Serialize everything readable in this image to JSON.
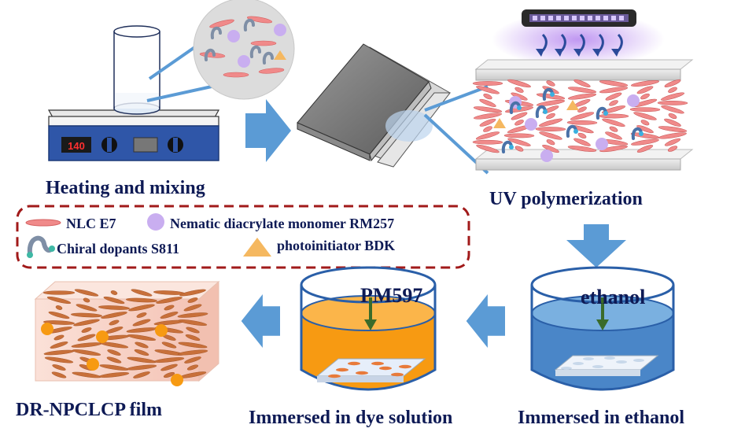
{
  "hotplate": {
    "display_value": "140"
  },
  "steps": {
    "heating": "Heating and mixing",
    "uv": "UV polymerization",
    "ethanol": "Immersed in ethanol",
    "dye": "Immersed in dye solution",
    "film": "DR-NPCLCP film"
  },
  "beakers": {
    "ethanol_label": "ethanol",
    "dye_label": "PM597"
  },
  "legend": {
    "nlc": "NLC E7",
    "monomer": "Nematic diacrylate monomer RM257",
    "chiral": "Chiral dopants S811",
    "photoinitiator": "photoinitiator BDK"
  },
  "colors": {
    "arrow": "#5b9bd5",
    "legend_border": "#a11a1a",
    "nlc": "#f08a8a",
    "monomer": "#c9aef0",
    "chiral": "#7f8fa6",
    "photoinitiator": "#f5b860",
    "dye": "#f79a12",
    "ethanol": "#4a86c8",
    "film": "#f8d6cc",
    "hotplate": "#2f56a8",
    "uv_glow": "#b98cf0"
  },
  "icons": [
    "hotplate-icon",
    "cylinder-icon",
    "magnifier-icon",
    "glass-cell-icon",
    "uv-lamp-icon",
    "beaker-icon",
    "film-block-icon"
  ]
}
